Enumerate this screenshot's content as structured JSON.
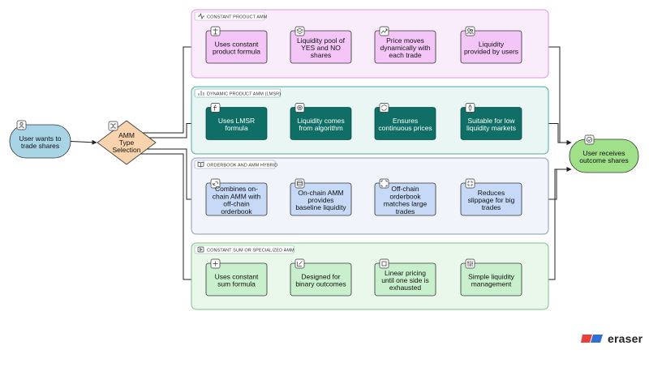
{
  "start": {
    "lines": [
      "User wants to",
      "trade shares"
    ]
  },
  "decision": {
    "lines": [
      "AMM",
      "Type",
      "Selection"
    ]
  },
  "end": {
    "lines": [
      "User receives",
      "outcome shares"
    ]
  },
  "lanes": [
    {
      "title": "CONSTANT PRODUCT AMM",
      "icon": "activity-icon",
      "colors": {
        "lane_fill": "#f9ecfb",
        "lane_stroke": "#d79ae0",
        "node_fill": "#f3c6f7",
        "node_stroke": "#333333",
        "text": "#111111"
      },
      "nodes": [
        {
          "lines": [
            "Uses constant",
            "product formula"
          ],
          "icon": "scale-icon"
        },
        {
          "lines": [
            "Liquidity pool of",
            "YES and NO",
            "shares"
          ],
          "icon": "layers-icon"
        },
        {
          "lines": [
            "Price moves",
            "dynamically with",
            "each trade"
          ],
          "icon": "trend-icon"
        },
        {
          "lines": [
            "Liquidity",
            "provided by users"
          ],
          "icon": "users-icon"
        }
      ]
    },
    {
      "title": "DYNAMIC PRODUCT AMM (LMSR)",
      "icon": "bar-chart-icon",
      "colors": {
        "lane_fill": "#eaf6f4",
        "lane_stroke": "#4fa89c",
        "node_fill": "#0f6e65",
        "node_stroke": "#0a4f49",
        "text": "#ffffff"
      },
      "nodes": [
        {
          "lines": [
            "Uses LMSR",
            "formula"
          ],
          "icon": "function-icon"
        },
        {
          "lines": [
            "Liquidity comes",
            "from algorithm"
          ],
          "icon": "gear-icon"
        },
        {
          "lines": [
            "Ensures",
            "continuous prices"
          ],
          "icon": "refresh-icon"
        },
        {
          "lines": [
            "Suitable for low",
            "liquidity markets"
          ],
          "icon": "droplet-icon"
        }
      ]
    },
    {
      "title": "ORDERBOOK AND AMM HYBRID",
      "icon": "book-icon",
      "colors": {
        "lane_fill": "#f1f4fb",
        "lane_stroke": "#8a9ab8",
        "node_fill": "#c6daf8",
        "node_stroke": "#333333",
        "text": "#111111"
      },
      "nodes": [
        {
          "lines": [
            "Combines on-",
            "chain AMM with",
            "off-chain",
            "orderbook"
          ],
          "icon": "link-icon"
        },
        {
          "lines": [
            "On-chain AMM",
            "provides",
            "baseline liquidity"
          ],
          "icon": "database-icon"
        },
        {
          "lines": [
            "Off-chain",
            "orderbook",
            "matches large",
            "trades"
          ],
          "icon": "expand-icon"
        },
        {
          "lines": [
            "Reduces",
            "slippage for big",
            "trades"
          ],
          "icon": "shrink-icon"
        }
      ]
    },
    {
      "title": "CONSTANT SUM OR SPECIALIZED AMM",
      "icon": "play-icon",
      "colors": {
        "lane_fill": "#eaf8ec",
        "lane_stroke": "#7cc08a",
        "node_fill": "#c8f0cc",
        "node_stroke": "#333333",
        "text": "#111111"
      },
      "nodes": [
        {
          "lines": [
            "Uses constant",
            "sum formula"
          ],
          "icon": "plus-icon"
        },
        {
          "lines": [
            "Designed for",
            "binary outcomes"
          ],
          "icon": "edit-icon"
        },
        {
          "lines": [
            "Linear pricing",
            "until one side is",
            "exhausted"
          ],
          "icon": "square-icon"
        },
        {
          "lines": [
            "Simple liquidity",
            "management"
          ],
          "icon": "sliders-icon"
        }
      ]
    }
  ],
  "colors": {
    "start_fill": "#a8d4e6",
    "decision_fill": "#f8d3ad",
    "end_fill": "#9fe089",
    "edge": "#222222"
  },
  "brand": {
    "name": "eraser",
    "logo_colors": [
      "#e8403a",
      "#2d6fd6"
    ]
  }
}
